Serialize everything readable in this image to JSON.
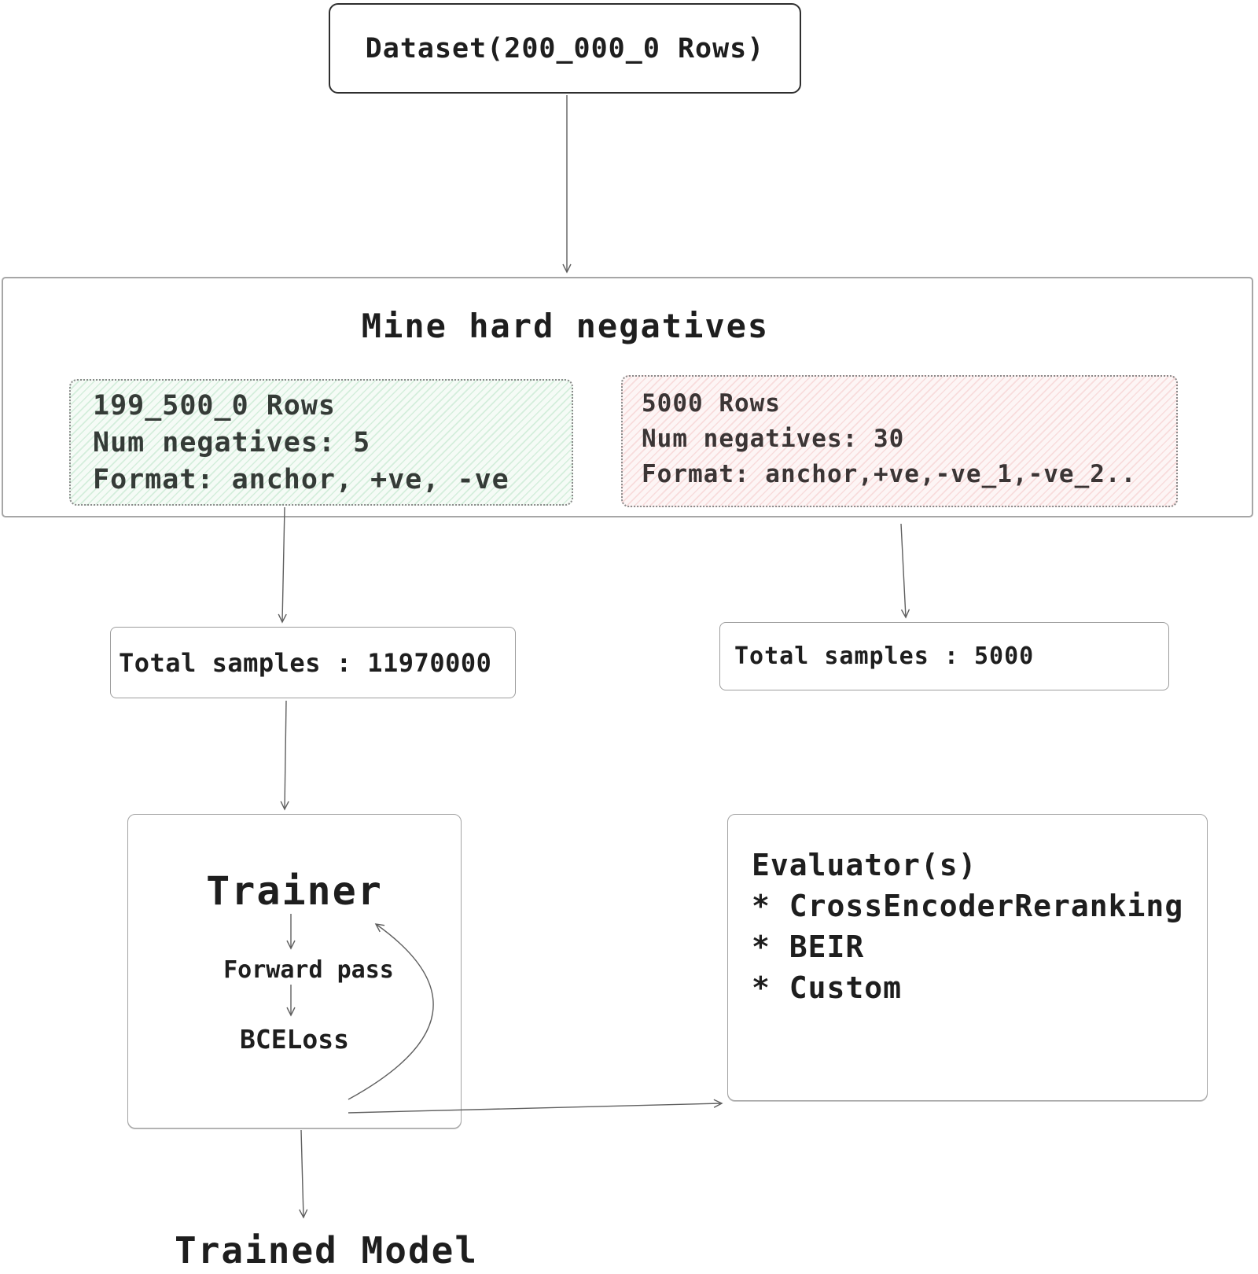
{
  "diagram": {
    "dataset_box": {
      "label": "Dataset(200_000_0 Rows)"
    },
    "mine_box": {
      "title": "Mine hard negatives",
      "train_split": {
        "lines": [
          "199_500_0 Rows",
          "Num negatives: 5",
          "Format: anchor, +ve, -ve"
        ]
      },
      "eval_split": {
        "lines": [
          "5000 Rows",
          "Num negatives: 30",
          "Format: anchor,+ve,-ve_1,-ve_2.."
        ]
      }
    },
    "train_samples": {
      "label": "Total samples : 11970000"
    },
    "eval_samples": {
      "label": "Total samples : 5000"
    },
    "trainer": {
      "title": "Trainer",
      "step1": "Forward pass",
      "step2": "BCELoss"
    },
    "evaluators": {
      "title": "Evaluator(s)",
      "items": [
        "* CrossEncoderReranking",
        "* BEIR",
        "* Custom"
      ]
    },
    "output": {
      "label": "Trained Model"
    },
    "colors": {
      "text": "#1e1e1e",
      "box_border_dark": "#2e2e2e",
      "box_border_gray": "#a3a3a3",
      "dotted_border": "#8a8a8a",
      "train_split_bg": "#f5fbf6",
      "train_split_hatch": "#a8dcb9",
      "eval_split_bg": "#fdf5f5",
      "eval_split_hatch": "#f0c6c6",
      "arrow": "#5f5f5f"
    }
  }
}
